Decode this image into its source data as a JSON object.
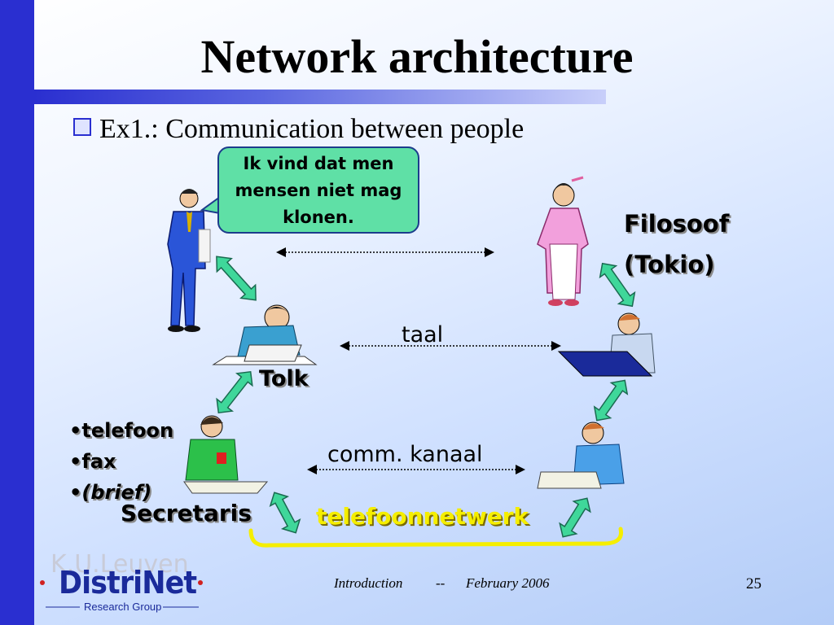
{
  "title": "Network architecture",
  "bullet": "Ex1.: Communication between people",
  "speech_bubble": [
    "Ik vind dat men",
    "mensen niet mag",
    "klonen."
  ],
  "labels": {
    "filosoof": "Filosoof",
    "tokio": "(Tokio)",
    "taal": "taal",
    "tolk": "Tolk",
    "comm_kanaal": "comm. kanaal",
    "secretaris": "Secretaris",
    "telefoonnetwerk": "telefoonnetwerk"
  },
  "media_list": [
    "telefoon",
    "fax",
    "(brief)"
  ],
  "footer": {
    "section": "Introduction",
    "separator": "--",
    "date": "February 2006",
    "page": "25"
  },
  "logo": {
    "university": "K.U.Leuven",
    "name": "DistriNet",
    "subtitle": "Research Group"
  },
  "colors": {
    "sidebar": "#2a2fd0",
    "bubble": "#5fe0a6",
    "arrow": "#3fd79a",
    "network": "#f5ee00"
  }
}
